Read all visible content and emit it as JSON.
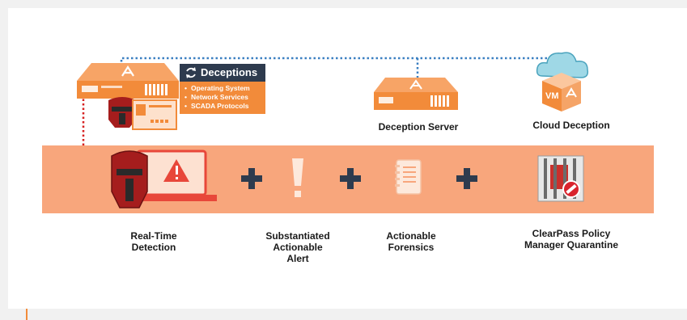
{
  "deceptions_box": {
    "title": "Deceptions",
    "items": [
      "Operating System",
      "Network Services",
      "SCADA Protocols"
    ]
  },
  "top_labels": {
    "deception_server": "Deception Server",
    "cloud_deception": "Cloud Deception"
  },
  "cloud_vm_text": "VM",
  "steps": [
    {
      "label": "Real-Time\nDetection",
      "icon": "attacker-laptop-alert-icon"
    },
    {
      "label": "Substantiated\nActionable\nAlert",
      "icon": "exclamation-icon"
    },
    {
      "label": "Actionable\nForensics",
      "icon": "notepad-icon"
    },
    {
      "label": "ClearPass Policy\nManager Quarantine",
      "icon": "quarantine-jail-icon"
    }
  ],
  "colors": {
    "orange": "#f28b3a",
    "band": "#f8a67c",
    "navy": "#2e3b4e",
    "dotted_blue": "#3a7fc1",
    "red_dotted": "#d61f1f"
  }
}
